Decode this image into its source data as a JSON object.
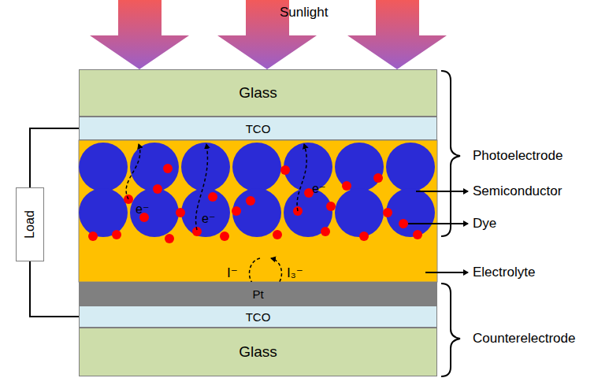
{
  "diagram": {
    "nodes": [
      {
        "text": [
          "Glass"
        ]
      },
      {
        "text": [
          "TCO"
        ]
      },
      {
        "text": [
          "Pt"
        ]
      },
      {
        "text": [
          "TCO"
        ]
      },
      {
        "text": [
          "Glass"
        ]
      },
      {
        "text": [
          "Load"
        ]
      }
    ],
    "edges": [
      {
        "from": 5,
        "to": 1,
        "arrow": "none"
      },
      {
        "from": 5,
        "to": 3,
        "arrow": "none"
      }
    ],
    "labels": [
      "Sunlight",
      "Photoelectrode",
      "Semiconductor",
      "Dye",
      "Electrolyte",
      "Counterelectrode",
      "e⁻",
      "e⁻",
      "e⁻",
      "I⁻",
      "I₃⁻"
    ]
  }
}
